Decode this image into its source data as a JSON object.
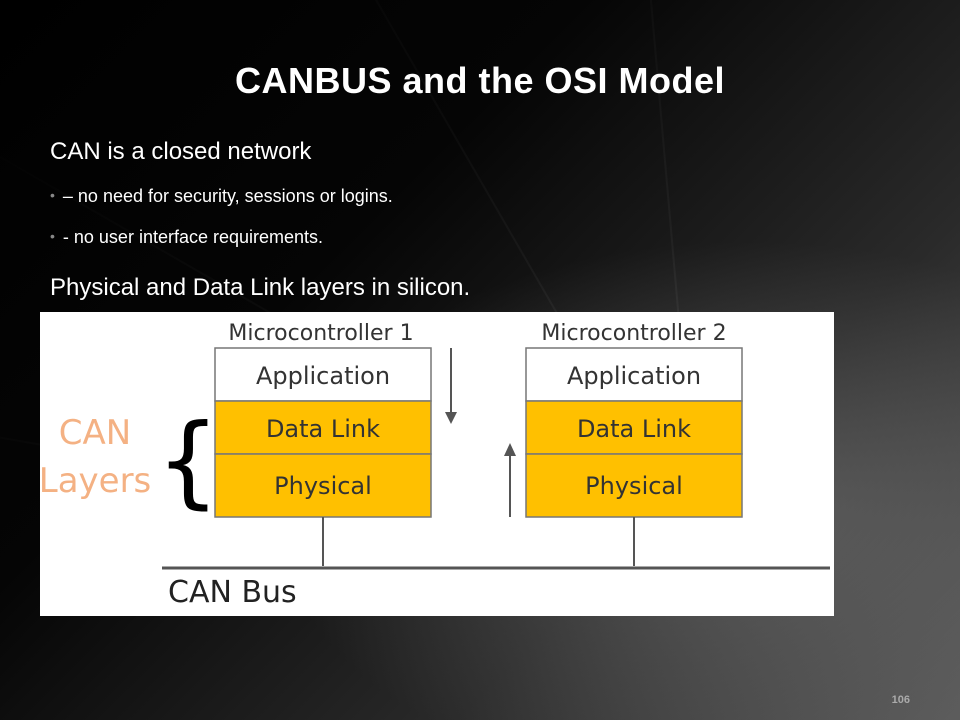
{
  "slide": {
    "title": "CANBUS and the OSI Model",
    "line1": "CAN is a closed network",
    "bullets": [
      "– no need for security, sessions or logins.",
      "- no user interface requirements."
    ],
    "line2": "Physical and Data Link layers in silicon.",
    "slide_number": "106"
  },
  "diagram": {
    "can_layers_label_1": "CAN",
    "can_layers_label_2": "Layers",
    "brace_glyph": "{",
    "mc1": {
      "title": "Microcontroller 1",
      "application": "Application",
      "data_link": "Data Link",
      "physical": "Physical"
    },
    "mc2": {
      "title": "Microcontroller 2",
      "application": "Application",
      "data_link": "Data Link",
      "physical": "Physical"
    },
    "bus_label": "CAN Bus",
    "colors": {
      "layer_fill": "#FFC000",
      "can_label": "#F4B183",
      "line": "#555555"
    }
  }
}
